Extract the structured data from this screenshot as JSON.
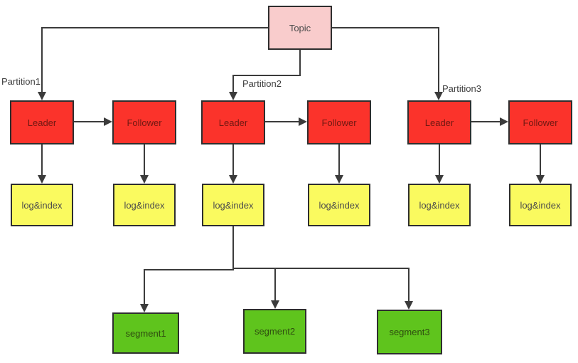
{
  "topic": {
    "label": "Topic"
  },
  "partitions": [
    {
      "name": "Partition1",
      "leader": "Leader",
      "follower": "Follower",
      "leader_storage": "log&index",
      "follower_storage": "log&index"
    },
    {
      "name": "Partition2",
      "leader": "Leader",
      "follower": "Follower",
      "leader_storage": "log&index",
      "follower_storage": "log&index"
    },
    {
      "name": "Partition3",
      "leader": "Leader",
      "follower": "Follower",
      "leader_storage": "log&index",
      "follower_storage": "log&index"
    }
  ],
  "segments": [
    "segment1",
    "segment2",
    "segment3"
  ],
  "colors": {
    "topic_fill": "#f9cccc",
    "replica_fill": "#fb332b",
    "storage_fill": "#fafa5f",
    "segment_fill": "#5fc41d",
    "box_border": "#2e2e2e",
    "connector": "#3b3b3b",
    "background": "#ffffff"
  }
}
